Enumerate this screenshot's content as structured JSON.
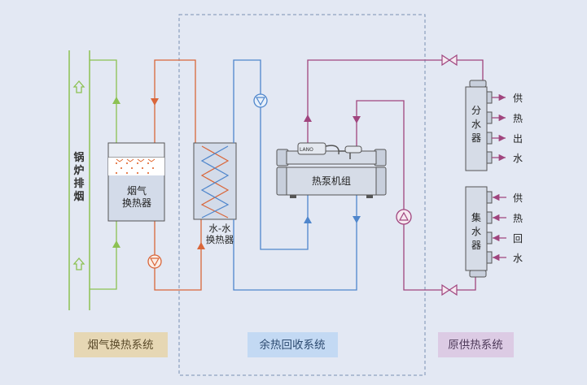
{
  "boiler_exhaust": {
    "chars": [
      "锅",
      "炉",
      "排",
      "烟"
    ]
  },
  "flue_hx": {
    "line1": "烟气",
    "line2": "换热器"
  },
  "ww_hx": {
    "line1": "水-水",
    "line2": "换热器"
  },
  "heat_pump": {
    "label": "热泵机组",
    "brand": "LANO"
  },
  "distributor": {
    "chars": [
      "分",
      "水",
      "器"
    ]
  },
  "collector": {
    "chars": [
      "集",
      "水",
      "器"
    ]
  },
  "supply_out": {
    "chars": [
      "供",
      "热",
      "出",
      "水"
    ]
  },
  "supply_return": {
    "chars": [
      "供",
      "热",
      "回",
      "水"
    ]
  },
  "sections": {
    "flue": {
      "label": "烟气换热系统",
      "bg": "#e6d7b4",
      "color": "#5a4a2a"
    },
    "recovery": {
      "label": "余热回收系统",
      "bg": "#c3d9f3",
      "color": "#2c4a70"
    },
    "original": {
      "label": "原供热系统",
      "bg": "#dccbe4",
      "color": "#4e3a5a"
    }
  },
  "colors": {
    "green": "#8cc152",
    "orange": "#d9663a",
    "blue": "#4f86cc",
    "magenta": "#a0457e",
    "dashed_border": "#7a8fb3"
  }
}
